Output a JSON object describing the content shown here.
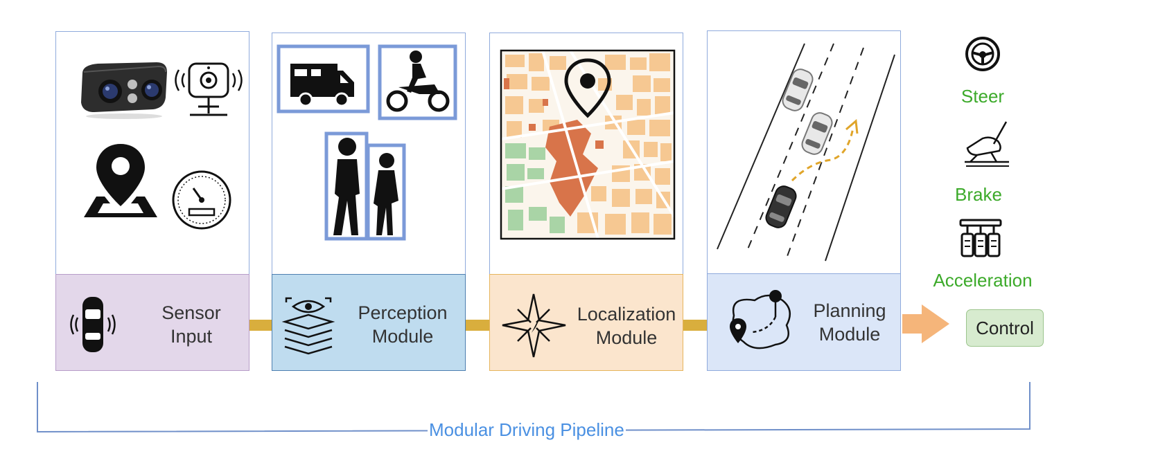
{
  "modules": {
    "sensor": {
      "line1": "Sensor",
      "line2": "Input",
      "color": "#e3d7ea",
      "border": "#b79cc8"
    },
    "perception": {
      "line1": "Perception",
      "line2": "Module",
      "color": "#bfdcef",
      "border": "#4d7fb0"
    },
    "localization": {
      "line1": "Localization",
      "line2": "Module",
      "color": "#fbe5cd",
      "border": "#e6b45b"
    },
    "planning": {
      "line1": "Planning",
      "line2": "Module",
      "color": "#dbe6f8",
      "border": "#8faadc"
    }
  },
  "controls": {
    "steer": "Steer",
    "brake": "Brake",
    "acceleration": "Acceleration",
    "control_label": "Control",
    "label_color": "#3caa2a"
  },
  "pipeline": {
    "label": "Modular Driving Pipeline",
    "color": "#4a90e2"
  },
  "colors": {
    "connector": "#d9ae3d",
    "arrow": "#f5b57a",
    "box_outline": "#8faadc"
  }
}
